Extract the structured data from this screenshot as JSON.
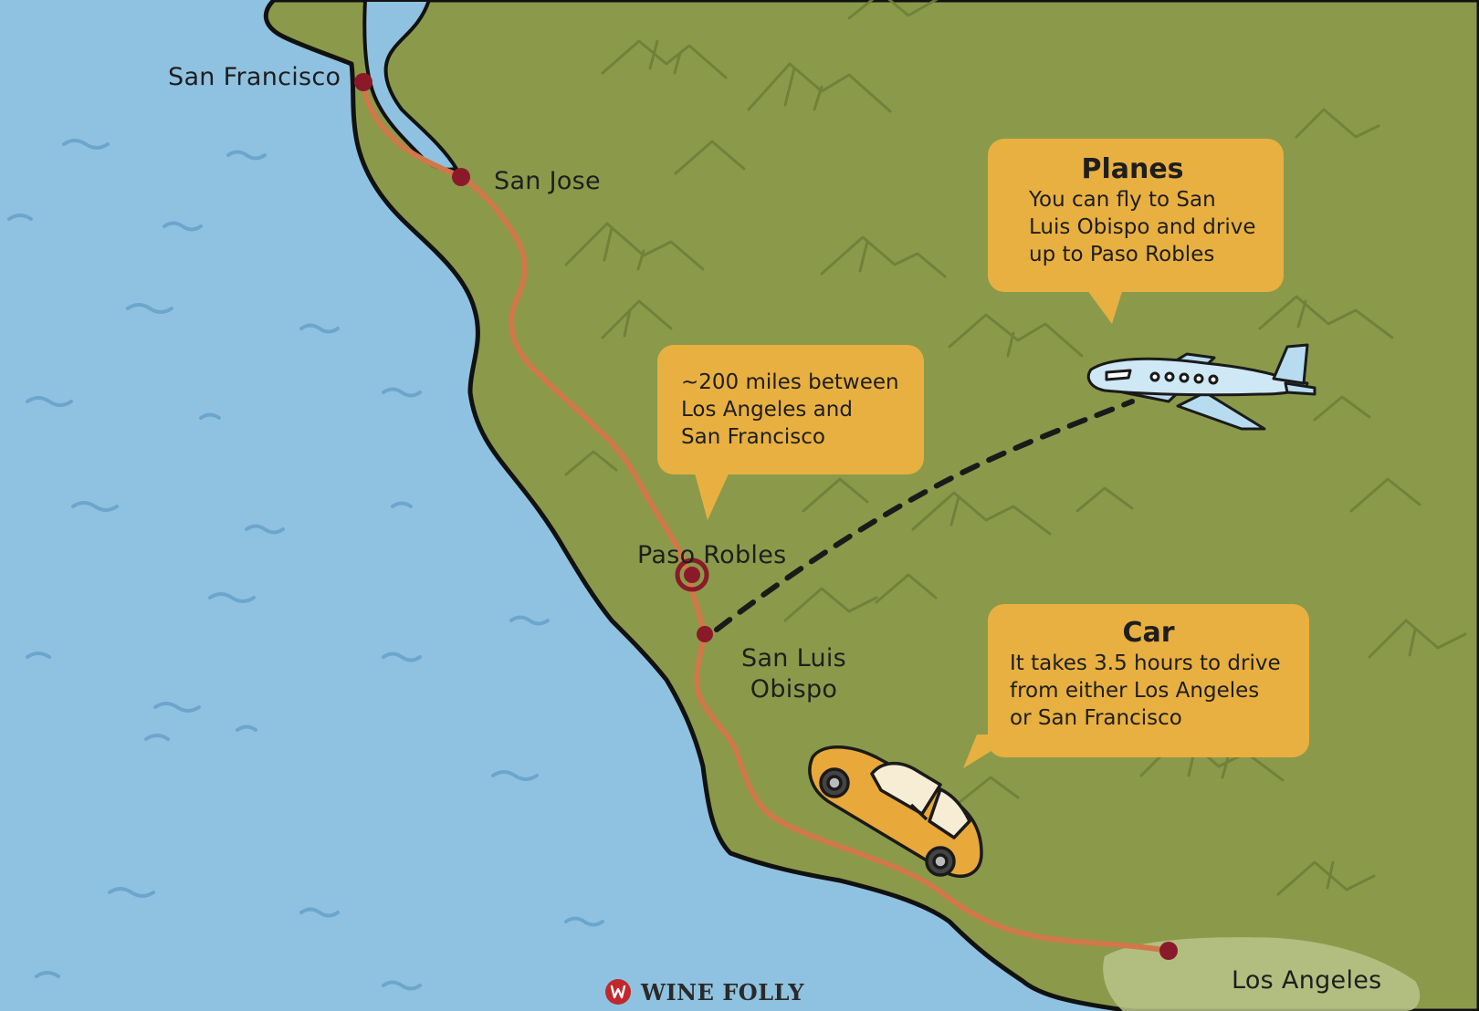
{
  "cities": {
    "san_francisco": "San Francisco",
    "san_jose": "San Jose",
    "paso_robles": "Paso Robles",
    "san_luis_obispo": "San Luis\nObispo",
    "los_angeles": "Los Angeles"
  },
  "callouts": {
    "planes": {
      "title": "Planes",
      "body": "You can fly to San\nLuis Obispo and drive\nup to Paso Robles"
    },
    "distance": {
      "body": "~200 miles between\nLos Angeles and\nSan Francisco"
    },
    "car": {
      "title": "Car",
      "body": "It takes 3.5 hours to drive\nfrom either Los Angeles\nor San Francisco"
    }
  },
  "brand": {
    "name": "WINE FOLLY"
  },
  "icons": {
    "plane": "airplane-icon",
    "car": "car-icon",
    "brand_logo": "wine-folly-logo-icon"
  },
  "colors": {
    "ocean": "#8fc2e0",
    "land": "#8a9a4a",
    "route": "#d0784a",
    "marker": "#8a1a2a",
    "callout": "#e8b041",
    "urban_area": "#b8c48a"
  }
}
